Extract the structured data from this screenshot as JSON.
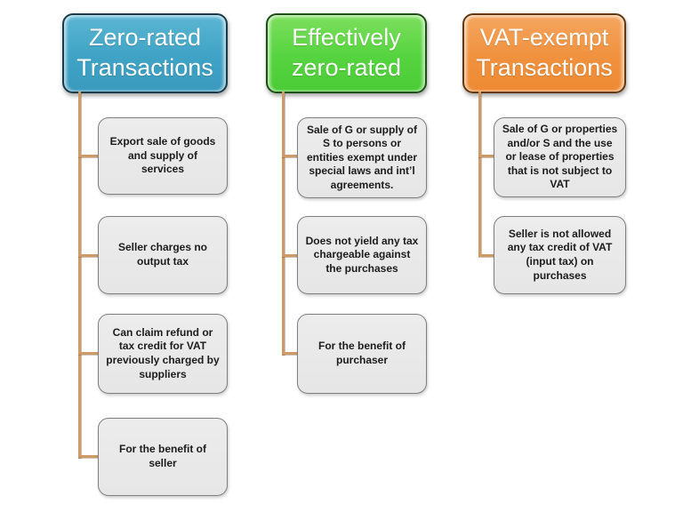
{
  "columns": [
    {
      "header": "Zero-rated Transactions",
      "items": [
        "Export sale of goods and supply of services",
        "Seller charges no output tax",
        "Can claim refund or tax credit for VAT previously charged by suppliers",
        "For the benefit of seller"
      ]
    },
    {
      "header": "Effectively zero-rated",
      "items": [
        "Sale of G or supply of S to persons or entities exempt under special laws and int’l agreements.",
        "Does not yield any tax chargeable against the purchases",
        "For the benefit of purchaser"
      ]
    },
    {
      "header": "VAT-exempt Transactions",
      "items": [
        "Sale of G or properties and/or S and the use or lease of properties that is not subject to VAT",
        "Seller is not allowed any tax credit of VAT (input tax) on purchases"
      ]
    }
  ],
  "colors": {
    "zero_rated_header": "#3fa3c5",
    "effectively_zero_rated_header": "#55d43f",
    "vat_exempt_header": "#f0913e",
    "child_box_fill": "#e9e9e9",
    "child_box_border": "#7f7f7f",
    "connector_line": "#ce9a68"
  }
}
